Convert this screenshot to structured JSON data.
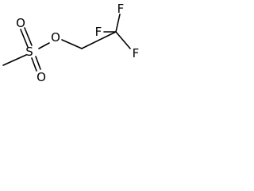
{
  "molecule": {
    "atoms": {
      "S": "S",
      "O_ester": "O",
      "O_top": "O",
      "O_bottom": "O",
      "F_top": "F",
      "F_left": "F",
      "F_right": "F"
    },
    "colors": {
      "bond": "#000000",
      "label": "#000000",
      "background": "#ffffff"
    }
  }
}
